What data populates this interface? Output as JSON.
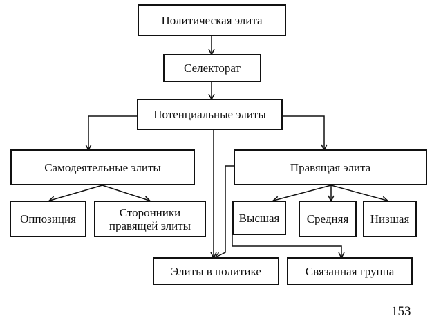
{
  "nodes": {
    "political_elite": "Политическая элита",
    "selectorate": "Селекторат",
    "potential_elites": "Потенциальные элиты",
    "amateur_elites": "Самодеятельные элиты",
    "ruling_elite": "Правящая элита",
    "opposition": "Оппозиция",
    "supporters_line1": "Сторонники",
    "supporters_line2": "правящей элиты",
    "highest": "Высшая",
    "middle": "Средняя",
    "lowest": "Низшая",
    "elites_in_politics": "Элиты в политике",
    "connected_group": "Связанная группа"
  },
  "page_number": "153"
}
